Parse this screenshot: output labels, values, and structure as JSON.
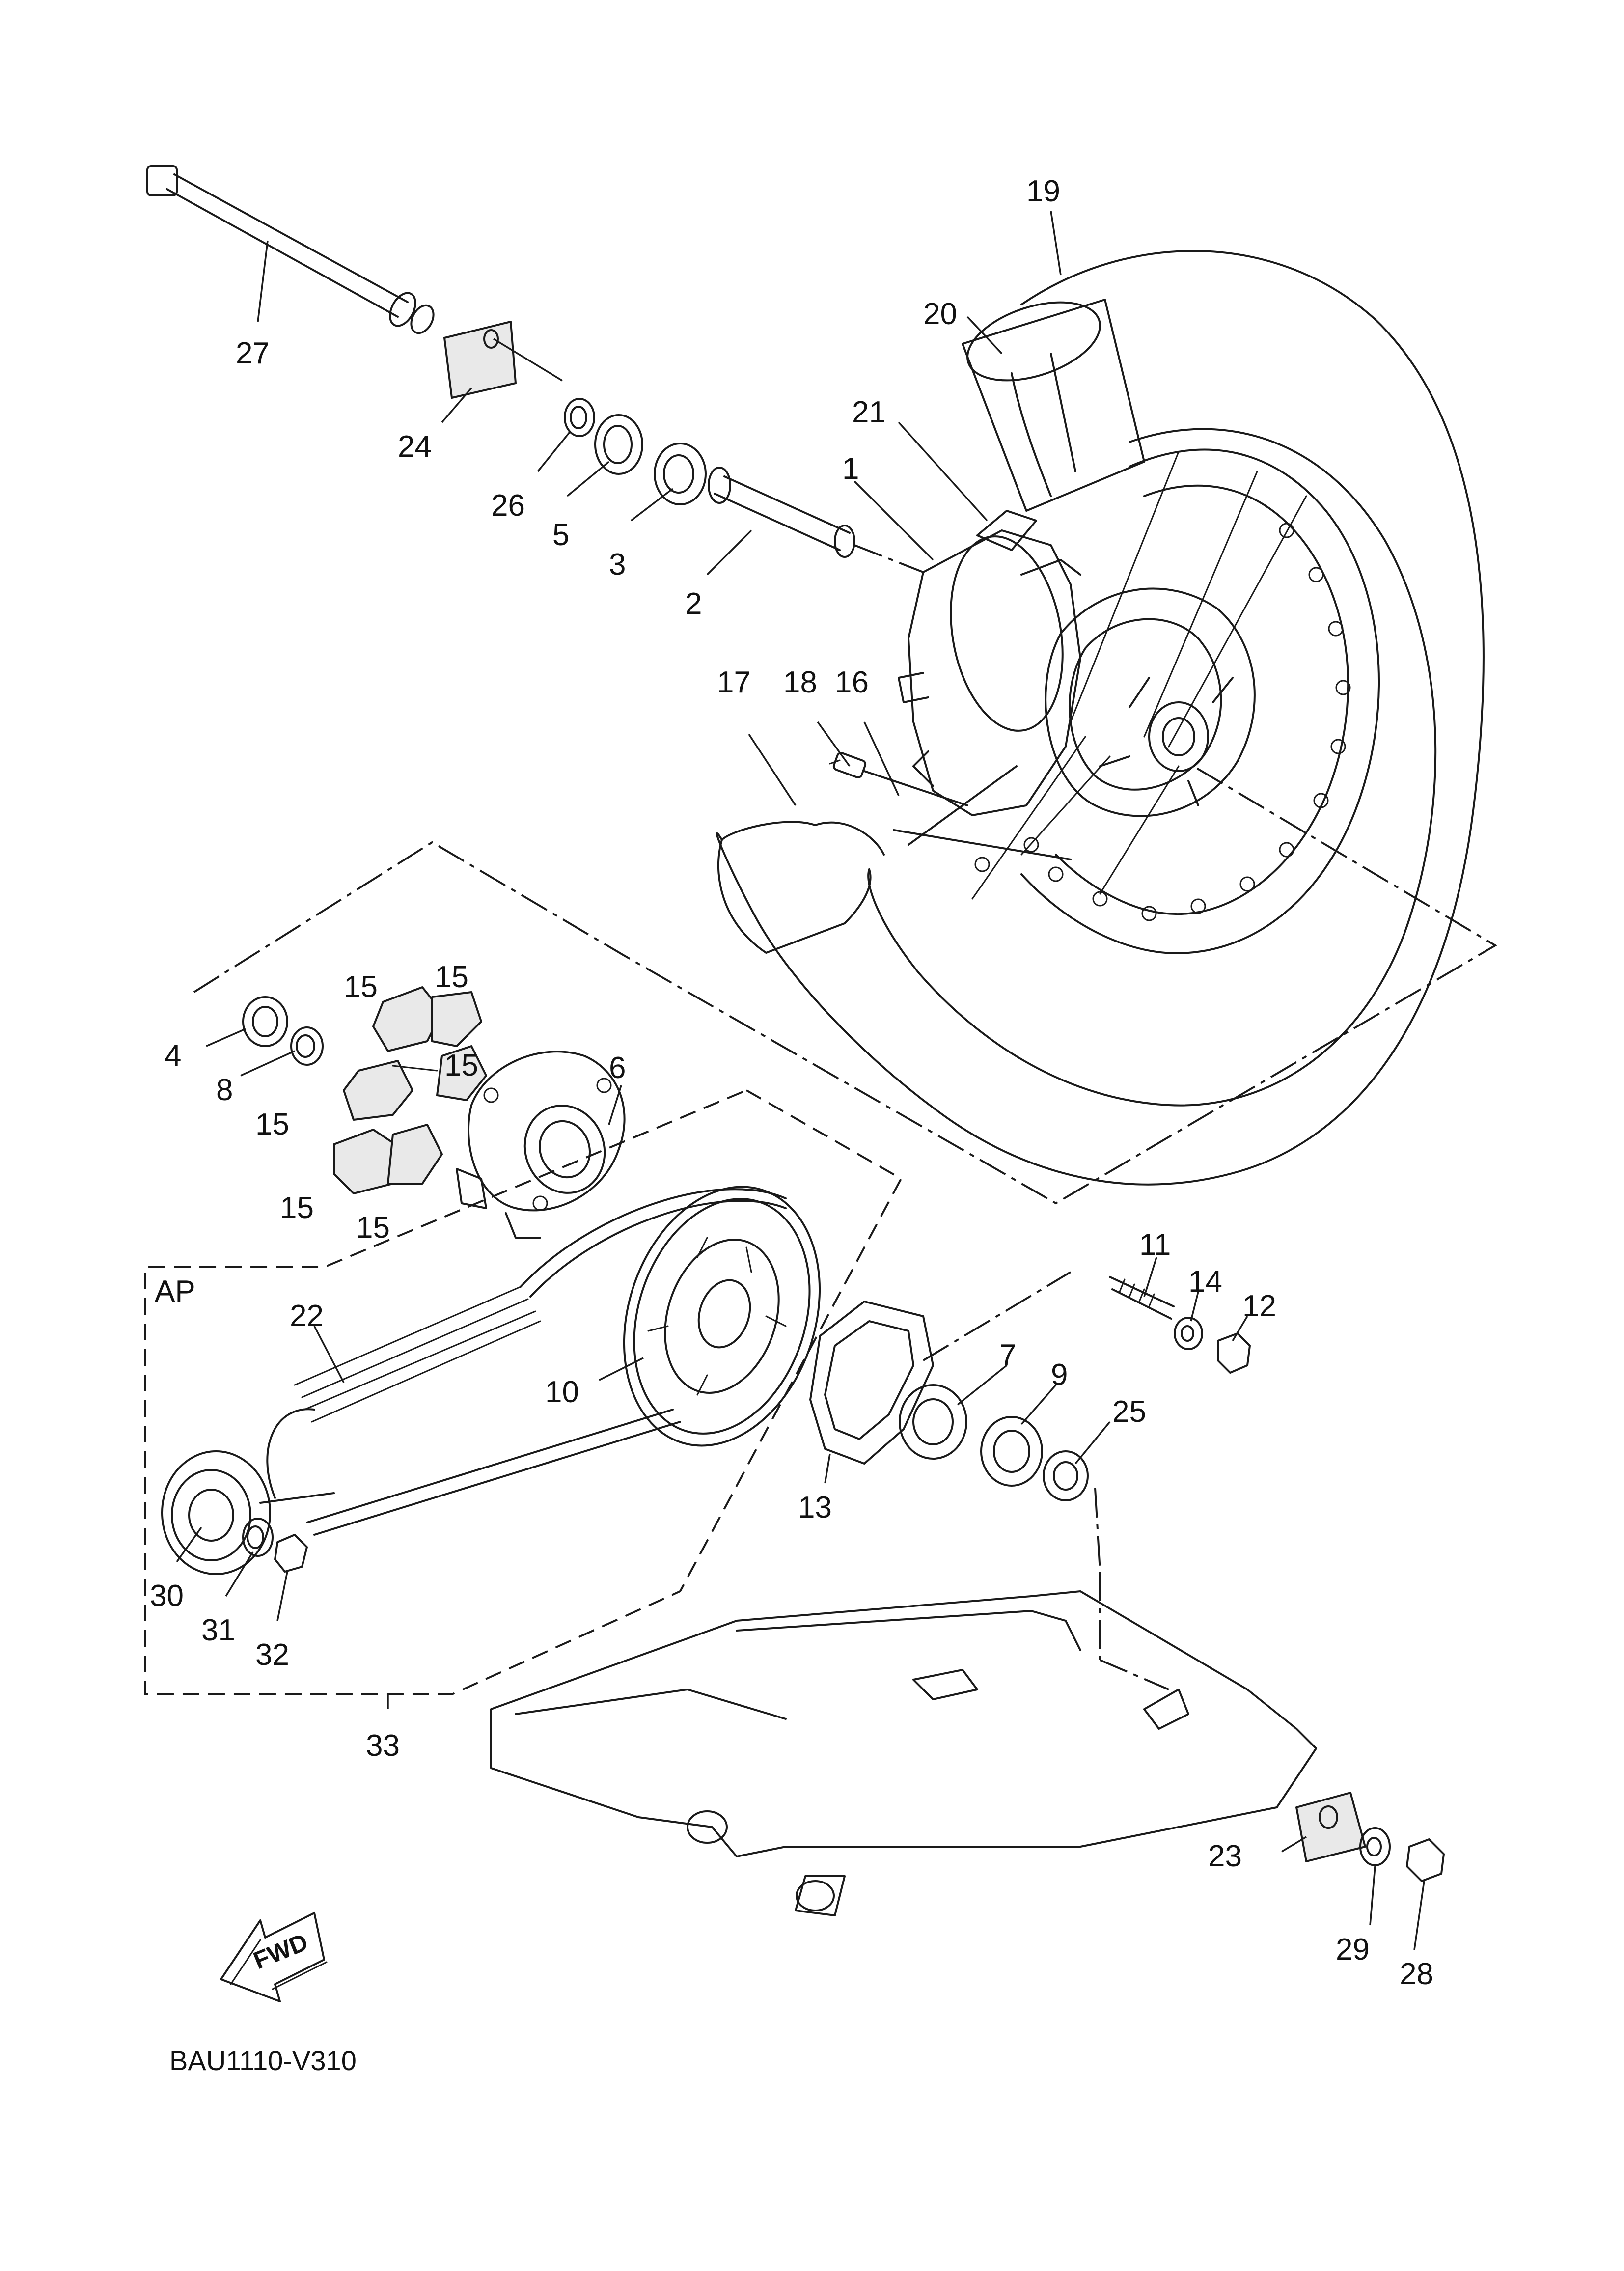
{
  "diagram": {
    "group_label": "AP",
    "fwd_label": "FWD",
    "drawing_code": "BAU1110-V310",
    "callouts": [
      "1",
      "2",
      "3",
      "4",
      "5",
      "6",
      "7",
      "8",
      "9",
      "10",
      "11",
      "12",
      "13",
      "14",
      "15",
      "15",
      "15",
      "15",
      "15",
      "15",
      "16",
      "17",
      "18",
      "19",
      "20",
      "21",
      "22",
      "23",
      "24",
      "25",
      "26",
      "27",
      "28",
      "29",
      "30",
      "31",
      "32",
      "33"
    ]
  }
}
